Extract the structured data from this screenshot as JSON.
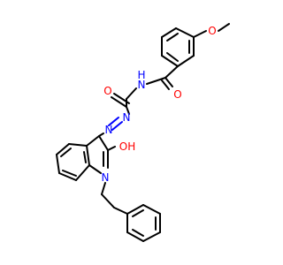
{
  "molecule": {
    "atoms": {
      "o_methoxy": "O",
      "o_amide": "O",
      "n_amide": "N",
      "h_amide": "H",
      "o_hydrazide": "O",
      "n_azo_left": "N",
      "n_azo_right": "N",
      "o_hydroxy": "OH",
      "n_indole": "N"
    },
    "colors": {
      "oxygen": "#ff0000",
      "nitrogen": "#0000ff",
      "carbon": "#000000"
    }
  }
}
